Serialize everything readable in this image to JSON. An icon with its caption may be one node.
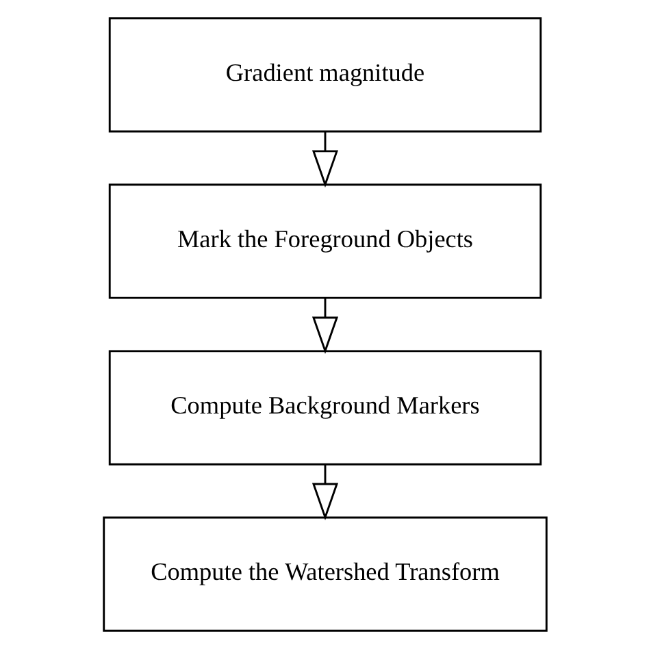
{
  "diagram": {
    "nodes": [
      {
        "text": [
          "Gradient magnitude"
        ]
      },
      {
        "text": [
          "Mark the Foreground Objects"
        ]
      },
      {
        "text": [
          "Compute Background Markers"
        ]
      },
      {
        "text": [
          "Compute the Watershed Transform"
        ]
      }
    ],
    "edges": [
      {
        "from": 0,
        "to": 1,
        "arrow": "to"
      },
      {
        "from": 1,
        "to": 2,
        "arrow": "to"
      },
      {
        "from": 2,
        "to": 3,
        "arrow": "to"
      }
    ]
  }
}
